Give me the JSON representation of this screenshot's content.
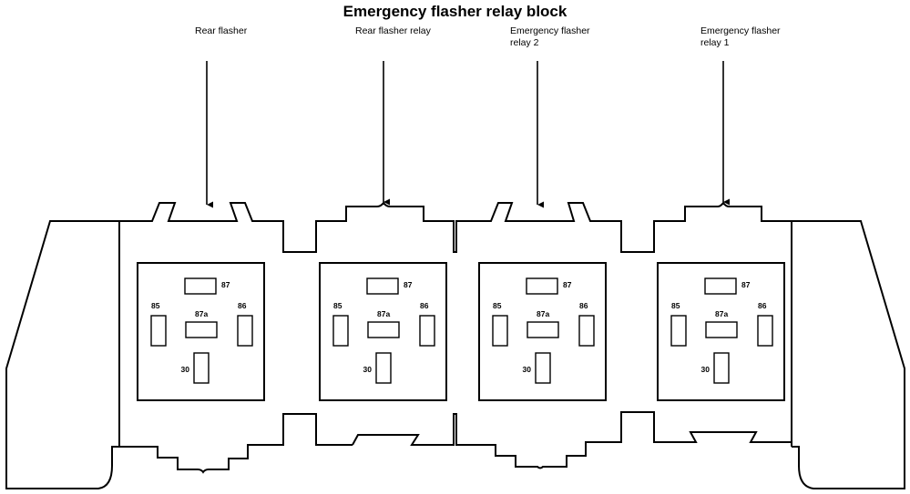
{
  "title": "Emergency flasher relay block",
  "callouts": [
    {
      "id": "rear-flasher",
      "lines": [
        "Rear flasher"
      ]
    },
    {
      "id": "rear-flasher-relay",
      "lines": [
        "Rear flasher relay"
      ]
    },
    {
      "id": "emergency-flasher-relay-2",
      "lines": [
        "Emergency flasher",
        "relay 2"
      ]
    },
    {
      "id": "emergency-flasher-relay-1",
      "lines": [
        "Emergency flasher",
        "relay 1"
      ]
    }
  ],
  "relays": [
    {
      "name": "Rear flasher",
      "pins": {
        "p87": "87",
        "p85": "85",
        "p87a": "87a",
        "p86": "86",
        "p30": "30"
      }
    },
    {
      "name": "Rear flasher relay",
      "pins": {
        "p87": "87",
        "p85": "85",
        "p87a": "87a",
        "p86": "86",
        "p30": "30"
      }
    },
    {
      "name": "Emergency flasher relay 2",
      "pins": {
        "p87": "87",
        "p85": "85",
        "p87a": "87a",
        "p86": "86",
        "p30": "30"
      }
    },
    {
      "name": "Emergency flasher relay 1",
      "pins": {
        "p87": "87",
        "p85": "85",
        "p87a": "87a",
        "p86": "86",
        "p30": "30"
      }
    }
  ],
  "colors": {
    "line": "#000000",
    "background": "#ffffff"
  }
}
